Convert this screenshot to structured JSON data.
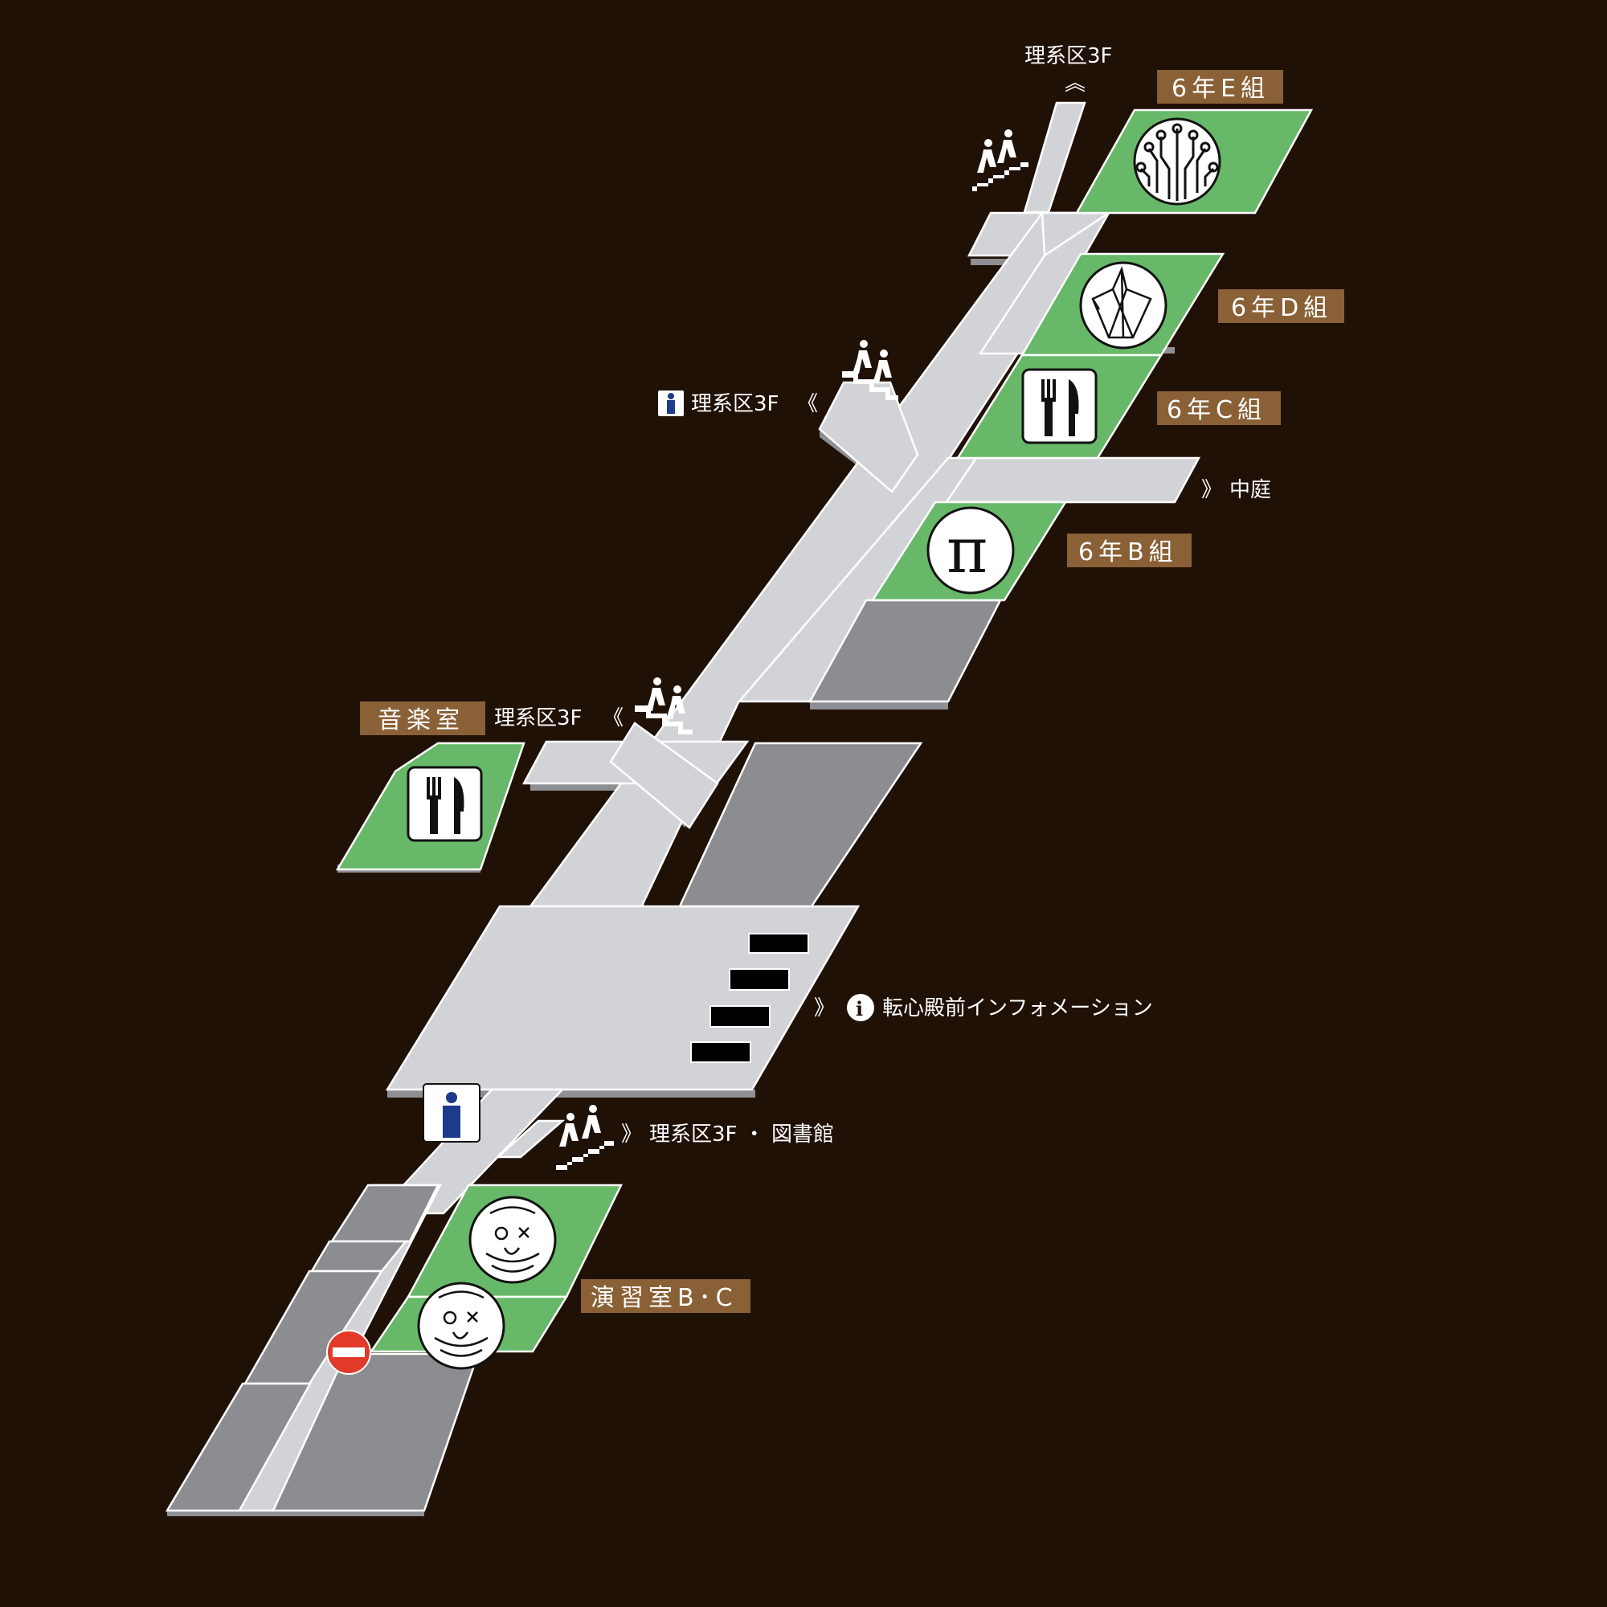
{
  "rooms": {
    "e6": "6年E組",
    "d6": "6年D組",
    "c6": "6年C組",
    "b6": "6年B組",
    "music": "音楽室",
    "seminar": "演習室B･C"
  },
  "directions": {
    "top": "理系区3F",
    "mid_toilet": "理系区3F",
    "courtyard": "中庭",
    "music_stairs": "理系区3F",
    "info": "転心殿前インフォメーション",
    "library": "理系区3F ・ 図書館"
  },
  "arrows": {
    "double_up": "︽",
    "double_left": "《",
    "double_right": "》"
  },
  "icons": {
    "e6": "circuit-icon",
    "d6": "paper-crane-icon",
    "c6": "restaurant-icon",
    "b6": "pi-icon",
    "music": "restaurant-icon",
    "seminar_upper": "mummy-face-icon",
    "seminar_lower": "mummy-face-icon",
    "stairs": "stairs-icon",
    "toilet": "toilet-icon",
    "info": "info-icon",
    "no_entry": "no-entry-icon"
  },
  "colors": {
    "background": "#201106",
    "classroom": "#67b868",
    "corridor": "#d2d3d7",
    "label": "#8a6036",
    "no_entry": "#e23a2a",
    "toilet": "#1e3a8a"
  }
}
